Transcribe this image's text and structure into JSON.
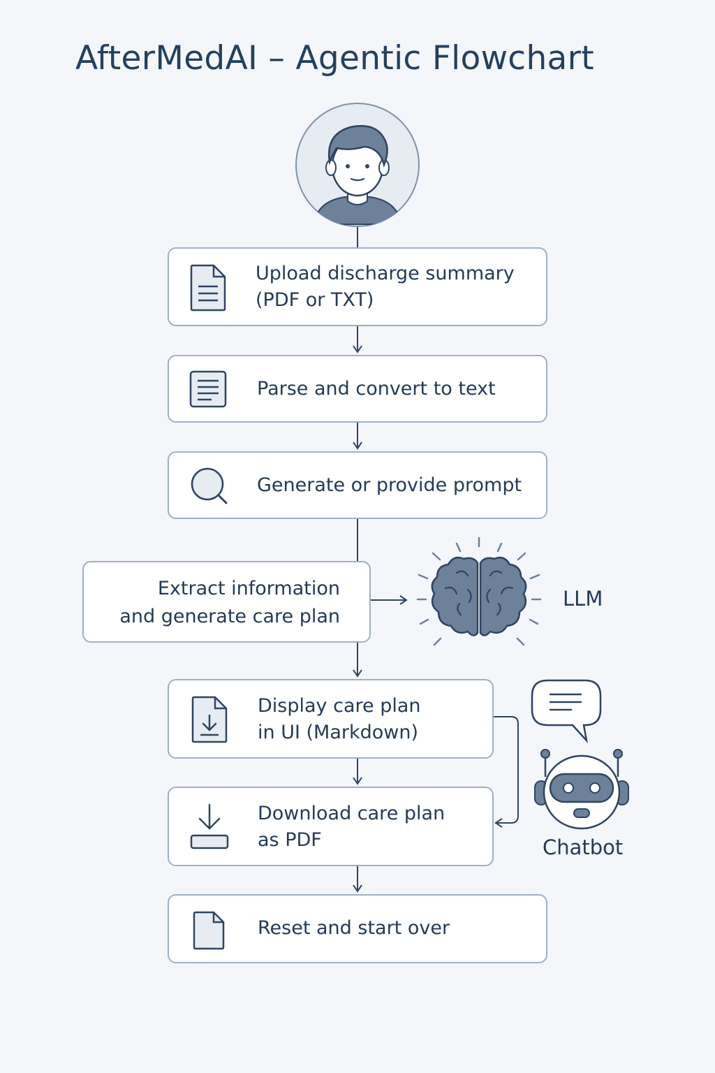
{
  "title": "AfterMedAI – Agentic Flowchart",
  "steps": [
    {
      "lines": [
        "Upload discharge summary",
        "(PDF or TXT)"
      ],
      "icon": "document-icon"
    },
    {
      "lines": [
        "Parse and convert to text"
      ],
      "icon": "text-lines-icon"
    },
    {
      "lines": [
        "Generate or provide prompt"
      ],
      "icon": "magnifier-icon"
    },
    {
      "lines": [
        "Extract information",
        "and generate care plan"
      ],
      "icon": "none"
    },
    {
      "lines": [
        "Display care plan",
        "in UI (Markdown)"
      ],
      "icon": "document-download-icon"
    },
    {
      "lines": [
        "Download care plan",
        "as PDF"
      ],
      "icon": "download-tray-icon"
    },
    {
      "lines": [
        "Reset and start over"
      ],
      "icon": "blank-page-icon"
    }
  ],
  "llm": {
    "label": "LLM",
    "icon": "brain-icon"
  },
  "chatbot": {
    "label": "Chatbot",
    "icons": [
      "speech-bubble-icon",
      "robot-icon"
    ]
  },
  "user": {
    "icon": "user-avatar-icon"
  },
  "colors": {
    "background": "#f4f6fa",
    "box_border": "#9fb0c2",
    "text": "#243a56",
    "icon_fill": "#6e819b",
    "line": "#2f4460"
  }
}
